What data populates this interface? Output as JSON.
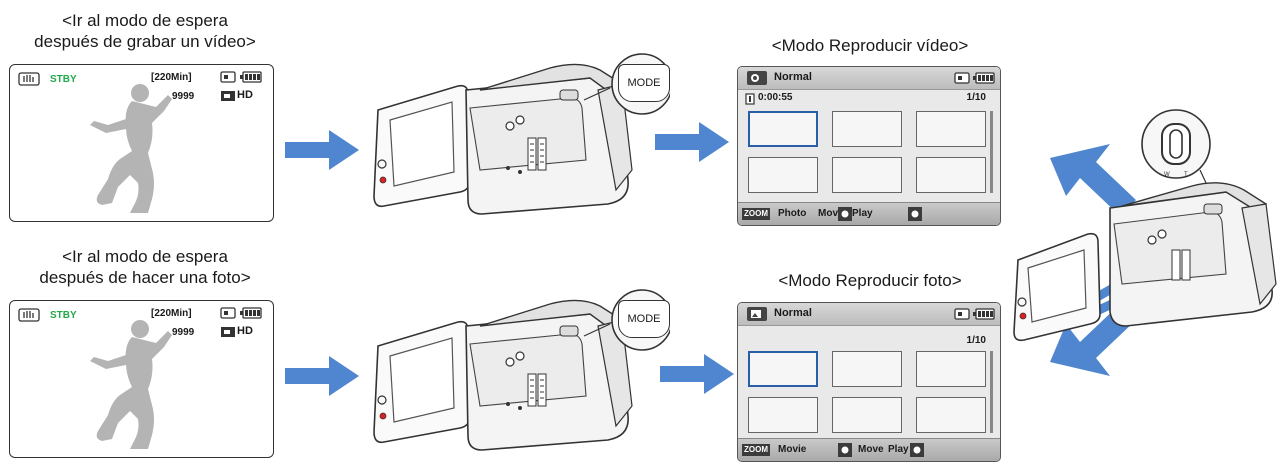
{
  "captions": {
    "standby_video": [
      "<Ir al modo de espera",
      "después de grabar un vídeo>"
    ],
    "standby_photo": [
      "<Ir al modo de espera",
      "después de hacer una foto>"
    ],
    "play_video": "<Modo Reproducir vídeo>",
    "play_photo": "<Modo Reproducir foto>"
  },
  "standby_screen": {
    "status": "STBY",
    "remaining": "[220Min]",
    "count": "9999",
    "quality": "HD"
  },
  "camera": {
    "mode_button": "MODE"
  },
  "play_video_screen": {
    "mode": "Normal",
    "time": "0:00:55",
    "page": "1/10",
    "zoom": "ZOOM",
    "bottom_text_1": "Photo",
    "bottom_text_2": "Move",
    "bottom_text_3": "Play"
  },
  "play_photo_screen": {
    "mode": "Normal",
    "page": "1/10",
    "zoom": "ZOOM",
    "bottom_text_1": "Movie",
    "bottom_text_2": "Move",
    "bottom_text_3": "Play"
  },
  "colors": {
    "arrow": "#4f86cf",
    "stby_green": "#22a84a",
    "silhouette": "#b4b4b4",
    "selection": "#2a5da8"
  }
}
